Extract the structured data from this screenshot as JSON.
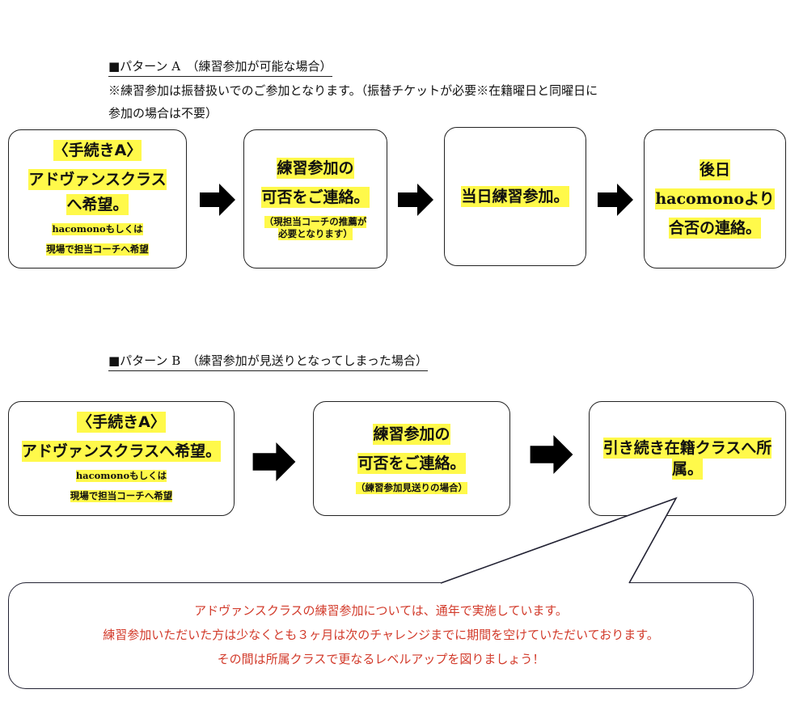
{
  "pattern_a": {
    "heading": "■パターン A　（練習参加が可能な場合）",
    "note_line1": "※練習参加は振替扱いでのご参加となります。（振替チケットが必要※在籍曜日と同曜日に",
    "note_line2": "参加の場合は不要）",
    "box1": {
      "title": "〈手続きA〉",
      "line1": "アドヴァンスクラス",
      "line2": "へ希望。",
      "sub1": "hacomonoもしくは",
      "sub2": "現場で担当コーチへ希望"
    },
    "box2": {
      "line1": "練習参加の",
      "line2": "可否をご連絡。",
      "sub1": "（現担当コーチの推薦が",
      "sub2": "必要となります）"
    },
    "box3": {
      "line1": "当日練習参加。"
    },
    "box4": {
      "line1": "後日",
      "line2": "hacomonoより",
      "line3": "合否の連絡。"
    }
  },
  "pattern_b": {
    "heading": "■パターン B　（練習参加が見送りとなってしまった場合）",
    "box1": {
      "title": "〈手続きA〉",
      "line1": "アドヴァンスクラスへ希望。",
      "sub1": "hacomonoもしくは",
      "sub2": "現場で担当コーチへ希望"
    },
    "box2": {
      "line1": "練習参加の",
      "line2": "可否をご連絡。",
      "sub1": "（練習参加見送りの場合）"
    },
    "box3": {
      "line1": "引き続き在籍クラスへ所",
      "line2": "属。"
    }
  },
  "callout": {
    "line1": "アドヴァンスクラスの練習参加については、通年で実施しています。",
    "line2": "練習参加いただいた方は少なくとも３ヶ月は次のチャレンジまでに期間を空けていただいております。",
    "line3": "その間は所属クラスで更なるレベルアップを図りましょう！"
  },
  "colors": {
    "highlight": "#fff94a",
    "callout_text": "#d23a2a",
    "arrow": "#000000"
  },
  "icons": {
    "arrow": "right-arrow-icon"
  }
}
